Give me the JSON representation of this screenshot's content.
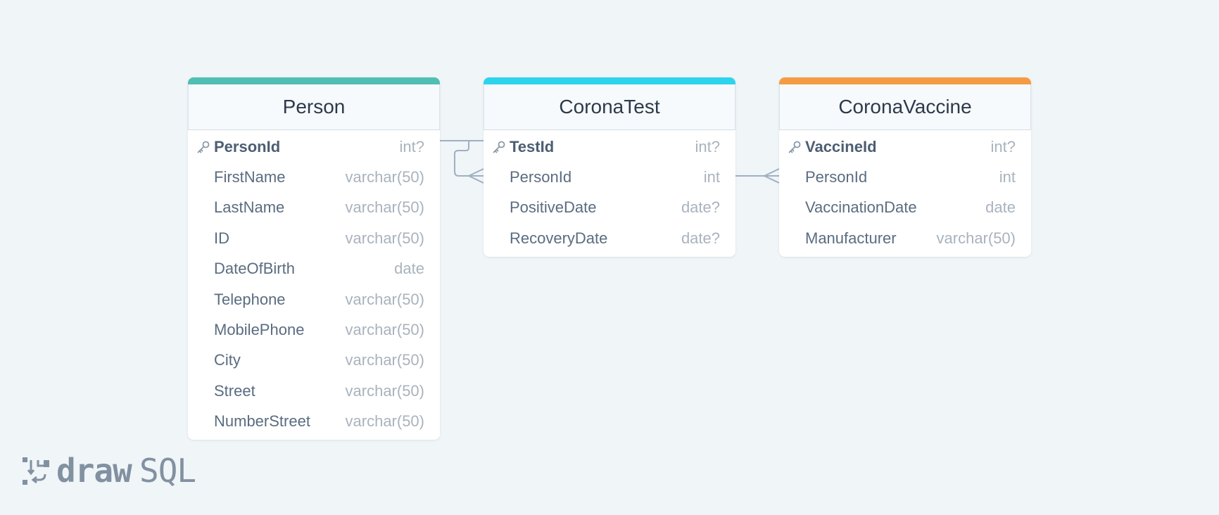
{
  "colors": {
    "background": "#f0f5f8",
    "relation_line": "#9fb0c2"
  },
  "tables": [
    {
      "name": "Person",
      "accent": "#4fbfb3",
      "columns": [
        {
          "name": "PersonId",
          "type": "int?",
          "primary": true
        },
        {
          "name": "FirstName",
          "type": "varchar(50)",
          "primary": false
        },
        {
          "name": "LastName",
          "type": "varchar(50)",
          "primary": false
        },
        {
          "name": "ID",
          "type": "varchar(50)",
          "primary": false
        },
        {
          "name": "DateOfBirth",
          "type": "date",
          "primary": false
        },
        {
          "name": "Telephone",
          "type": "varchar(50)",
          "primary": false
        },
        {
          "name": "MobilePhone",
          "type": "varchar(50)",
          "primary": false
        },
        {
          "name": "City",
          "type": "varchar(50)",
          "primary": false
        },
        {
          "name": "Street",
          "type": "varchar(50)",
          "primary": false
        },
        {
          "name": "NumberStreet",
          "type": "varchar(50)",
          "primary": false
        }
      ]
    },
    {
      "name": "CoronaTest",
      "accent": "#2ed3ee",
      "columns": [
        {
          "name": "TestId",
          "type": "int?",
          "primary": true
        },
        {
          "name": "PersonId",
          "type": "int",
          "primary": false
        },
        {
          "name": "PositiveDate",
          "type": "date?",
          "primary": false
        },
        {
          "name": "RecoveryDate",
          "type": "date?",
          "primary": false
        }
      ]
    },
    {
      "name": "CoronaVaccine",
      "accent": "#f49c43",
      "columns": [
        {
          "name": "VaccineId",
          "type": "int?",
          "primary": true
        },
        {
          "name": "PersonId",
          "type": "int",
          "primary": false
        },
        {
          "name": "VaccinationDate",
          "type": "date",
          "primary": false
        },
        {
          "name": "Manufacturer",
          "type": "varchar(50)",
          "primary": false
        }
      ]
    }
  ],
  "relations": [
    {
      "from": "Person.PersonId",
      "to": "CoronaTest.PersonId",
      "cardinality": "one-to-many"
    },
    {
      "from": "Person.PersonId",
      "to": "CoronaVaccine.PersonId",
      "cardinality": "one-to-many"
    }
  ],
  "logo": {
    "draw": "draw",
    "sql": "SQL",
    "icon": "drawsql-logo-icon"
  },
  "icons": {
    "primary_key": "key-icon"
  }
}
